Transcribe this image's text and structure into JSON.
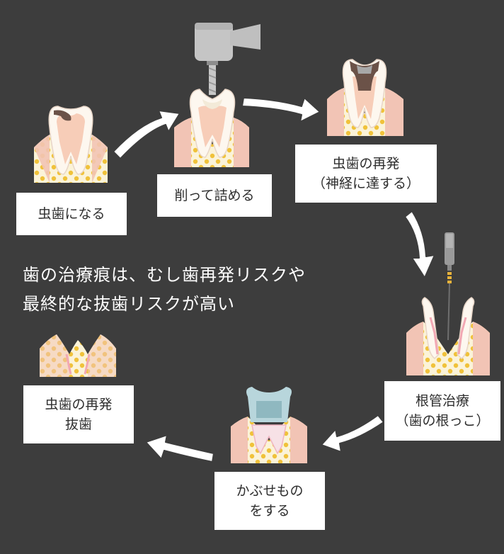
{
  "steps": {
    "cavity": "虫歯になる",
    "fill": "削って詰める",
    "recur1_line1": "虫歯の再発",
    "recur1_line2": "（神経に達する）",
    "root_line1": "根管治療",
    "root_line2": "（歯の根っこ）",
    "crown_line1": "かぶせもの",
    "crown_line2": "をする",
    "extract_line1": "虫歯の再発",
    "extract_line2": "抜歯"
  },
  "headline": {
    "line1": "歯の治療痕は、むし歯再発リスクや",
    "line2": "最終的な抜歯リスクが高い"
  },
  "colors": {
    "background": "#3d3d3d",
    "gum": "#f2c4b5",
    "bone": "#fbf3d8",
    "dots": "#f0c23a",
    "decay": "#6b5248",
    "crown": "#b8d6dc"
  }
}
